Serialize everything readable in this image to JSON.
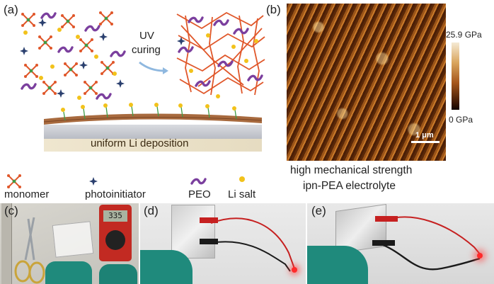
{
  "panels": {
    "a": "(a)",
    "b": "(b)",
    "c": "(c)",
    "d": "(d)",
    "e": "(e)"
  },
  "schematic": {
    "uv_line1": "UV",
    "uv_line2": "curing",
    "deposition_label": "uniform Li deposition",
    "legend": [
      {
        "label": "monomer",
        "icon": "monomer-icon"
      },
      {
        "label": "photoinitiator",
        "icon": "photoinitiator-icon"
      },
      {
        "label": "PEO",
        "icon": "peo-icon"
      },
      {
        "label": "Li salt",
        "icon": "li-salt-icon"
      }
    ]
  },
  "afm": {
    "scale_max": "25.9 GPa",
    "scale_min": "0 GPa",
    "scale_bar": "1 μm",
    "caption_line1": "high mechanical strength",
    "caption_line2": "ipn-PEA electrolyte"
  },
  "photos": {
    "multimeter_reading": "335"
  },
  "colors": {
    "monomer": "#e0572a",
    "monomer_core": "#3f9c46",
    "photoinitiator": "#2a3f6e",
    "peo": "#7b3f9e",
    "li_salt": "#f2c21b",
    "afm_dark": "#3b1705",
    "afm_light": "#f3e4c9",
    "led_red": "#ff2a2a"
  }
}
